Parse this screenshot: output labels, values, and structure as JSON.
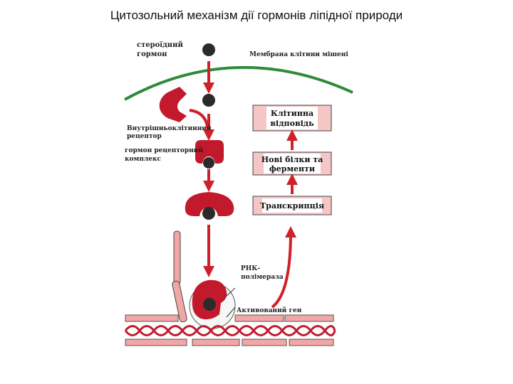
{
  "title": "Цитозольний механізм дії гормонів ліпідної природи",
  "labels": {
    "hormone_line1": "стероїдний",
    "hormone_line2": "гормон",
    "membrane": "Мембрана клітини мішені",
    "receptor_line1": "Внутрішньоклітинний",
    "receptor_line2": "рецептор",
    "complex_line1": "гормон рецепторний",
    "complex_line2": "комплекс",
    "rna_pol_line1": "РНК-",
    "rna_pol_line2": "полімераза",
    "active_gene": "Активований ген"
  },
  "boxes": {
    "response_line1": "Клітинна",
    "response_line2": "відповідь",
    "proteins_line1": "Нові білки та",
    "proteins_line2": "ферменти",
    "transcription": "Транскрипція"
  },
  "colors": {
    "accent_red": "#d0202a",
    "box_fill": "#f4c6c6",
    "membrane_green": "#2e8b3a",
    "dot_dark": "#2b2b2b",
    "dna_light": "#f2a7a7"
  }
}
